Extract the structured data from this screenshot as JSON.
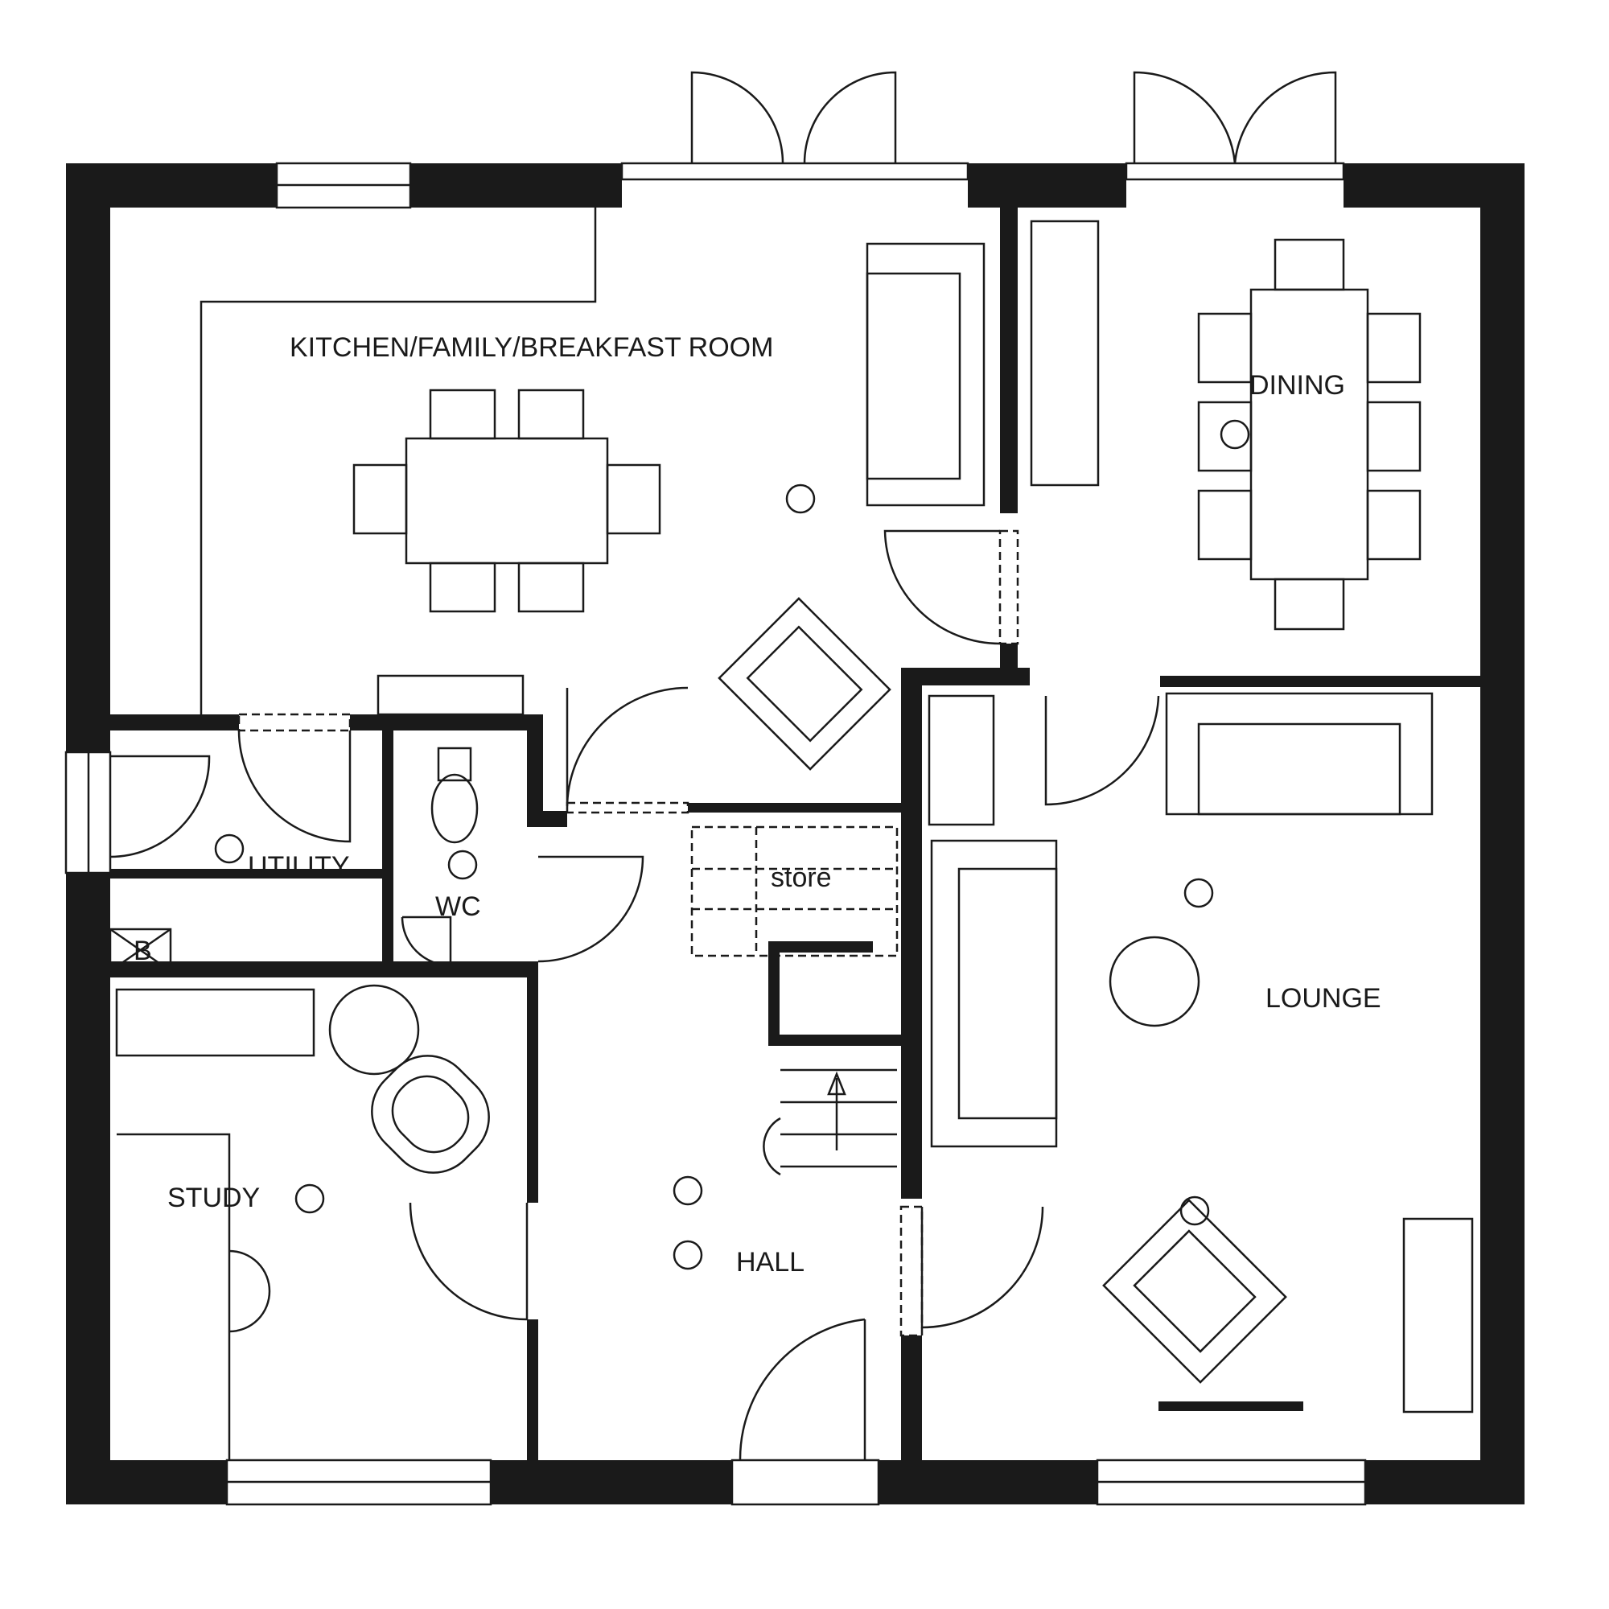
{
  "rooms": {
    "kitchen": "KITCHEN/FAMILY/BREAKFAST ROOM",
    "dining": "DINING",
    "utility": "UTILITY",
    "wc": "WC",
    "store": "store",
    "lounge": "LOUNGE",
    "study": "STUDY",
    "hall": "HALL"
  },
  "symbols": {
    "boiler": "B"
  },
  "colors": {
    "wall": "#1a1a1a",
    "background": "#ffffff"
  }
}
